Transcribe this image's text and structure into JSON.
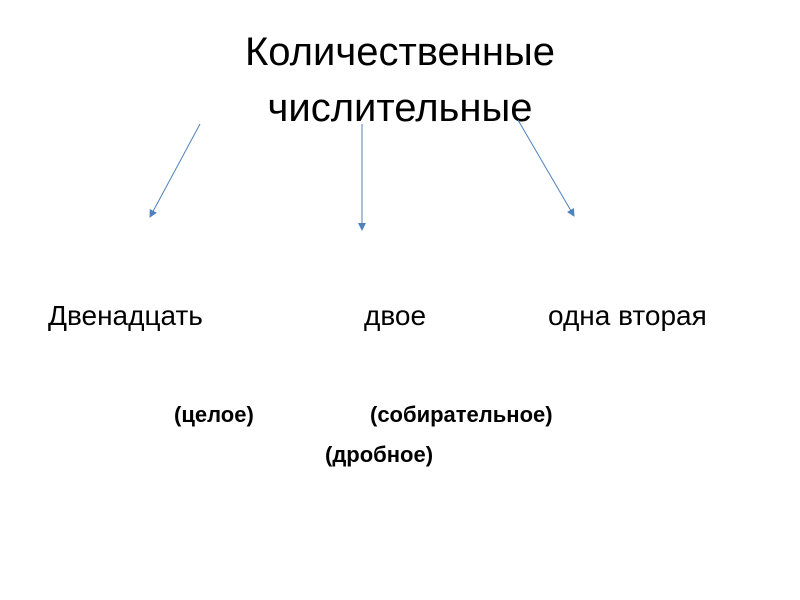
{
  "title": {
    "line1": "Количественные",
    "line2": "числительные"
  },
  "items": [
    {
      "word": "Двенадцать"
    },
    {
      "word": "двое"
    },
    {
      "word": "одна вторая"
    }
  ],
  "notes": [
    "(целое)",
    "(собирательное)",
    "(дробное)"
  ],
  "colors": {
    "arrow": "#4f81bd",
    "text": "#000000"
  }
}
